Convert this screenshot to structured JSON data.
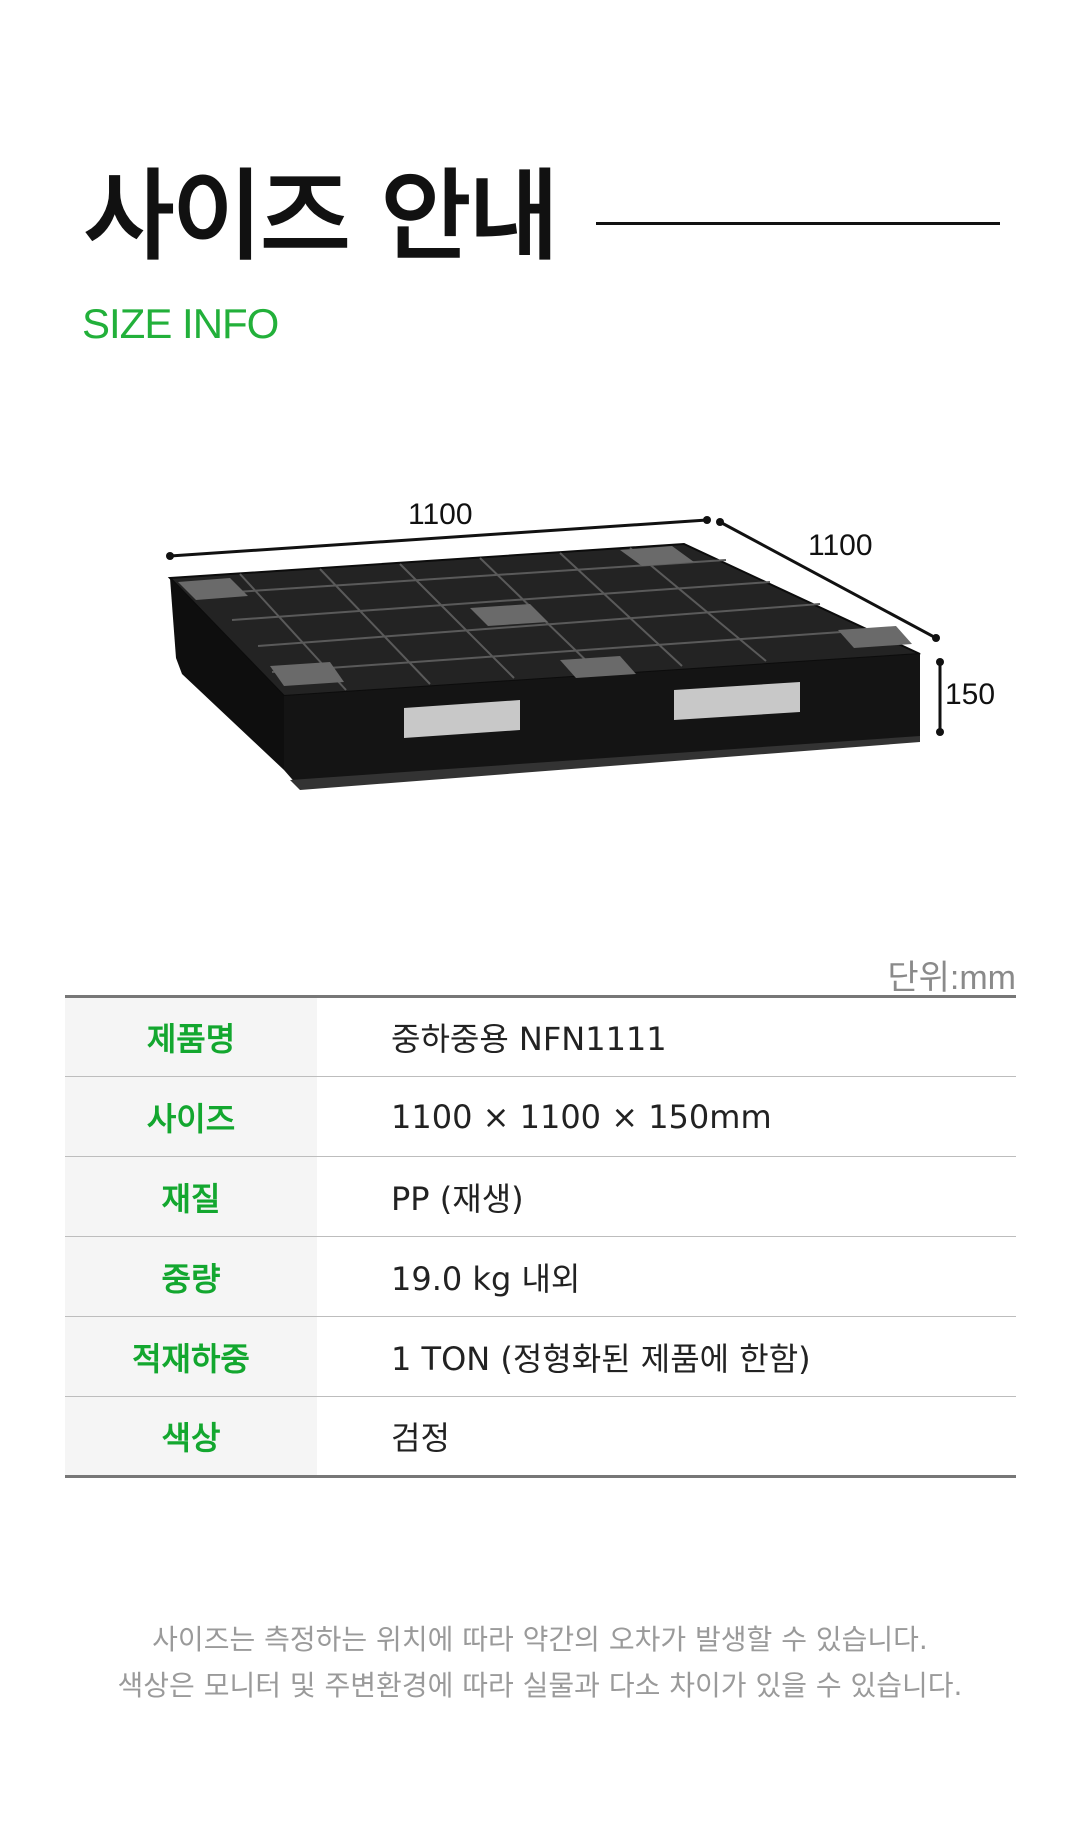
{
  "header": {
    "title": "사이즈 안내",
    "subtitle": "SIZE INFO"
  },
  "figure": {
    "dim_width": "1100",
    "dim_depth": "1100",
    "dim_height": "150"
  },
  "unit_label": "단위:mm",
  "spec_rows": [
    {
      "label": "제품명",
      "value": "중하중용 NFN1111"
    },
    {
      "label": "사이즈",
      "value": "1100 × 1100 × 150mm"
    },
    {
      "label": "재질",
      "value": "PP (재생)"
    },
    {
      "label": "중량",
      "value": "19.0 kg 내외"
    },
    {
      "label": "적재하중",
      "value": "1 TON (정형화된 제품에 한함)"
    },
    {
      "label": "색상",
      "value": "검정"
    }
  ],
  "notes": [
    "사이즈는 측정하는 위치에 따라 약간의 오차가 발생할 수 있습니다.",
    "색상은 모니터 및 주변환경에 따라 실물과 다소 차이가 있을 수 있습니다."
  ],
  "colors": {
    "accent": "#22b03a",
    "pallet": "#1a1a1a"
  }
}
